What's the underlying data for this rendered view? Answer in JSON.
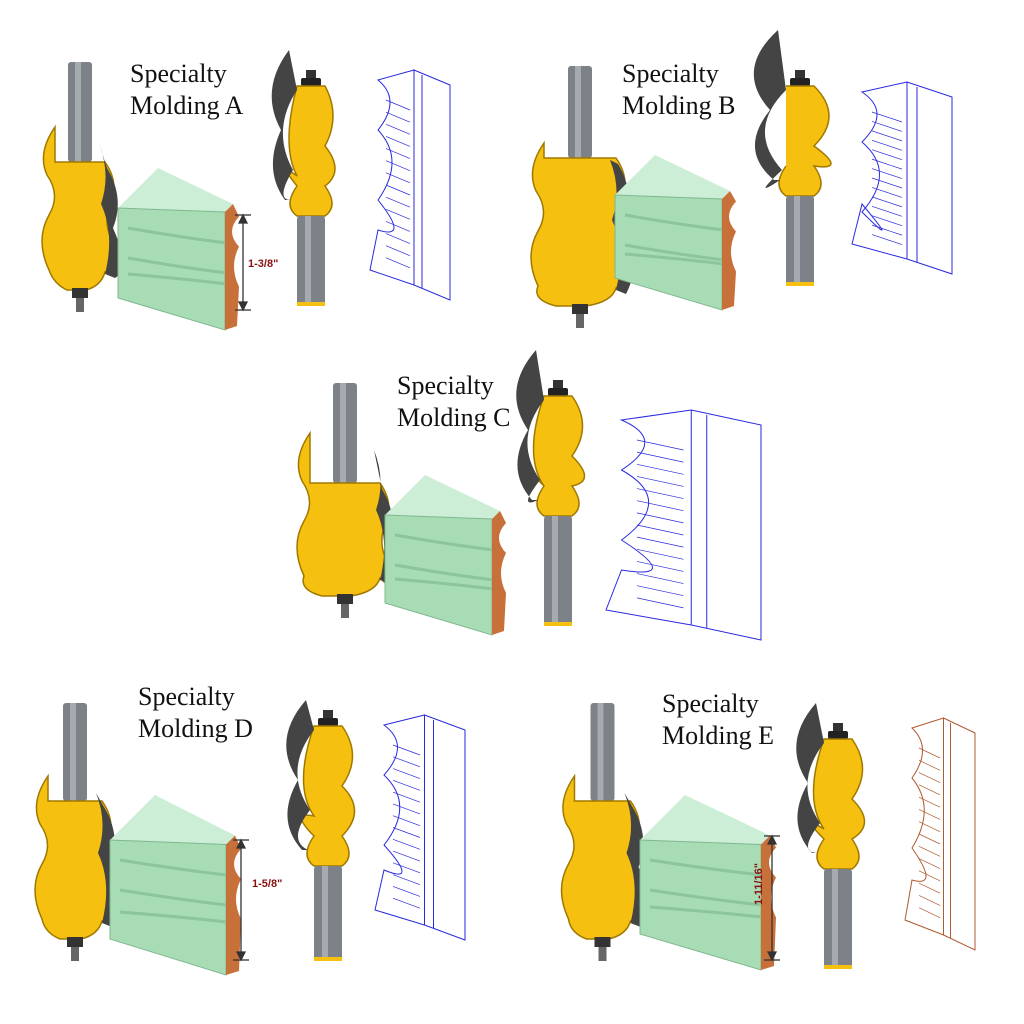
{
  "panels": [
    {
      "id": "A",
      "title_line1": "Specialty",
      "title_line2": "Molding A",
      "dimension": "1-3/8\"",
      "wire_color": "#2a2ae0"
    },
    {
      "id": "B",
      "title_line1": "Specialty",
      "title_line2": "Molding B",
      "dimension": null,
      "wire_color": "#2a2ae0"
    },
    {
      "id": "C",
      "title_line1": "Specialty",
      "title_line2": "Molding C",
      "dimension": null,
      "wire_color": "#2a2ae0"
    },
    {
      "id": "D",
      "title_line1": "Specialty",
      "title_line2": "Molding D",
      "dimension": "1-5/8\"",
      "wire_color": "#2a2ae0"
    },
    {
      "id": "E",
      "title_line1": "Specialty",
      "title_line2": "Molding E",
      "dimension": "1-11/16\"",
      "wire_color": "#b05a30"
    }
  ],
  "colors": {
    "carbide": "#f5c010",
    "shank": "#7d8288",
    "molding": "#a8dcb4",
    "wood": "#c8703a",
    "dimension_text": "#8a1010"
  }
}
